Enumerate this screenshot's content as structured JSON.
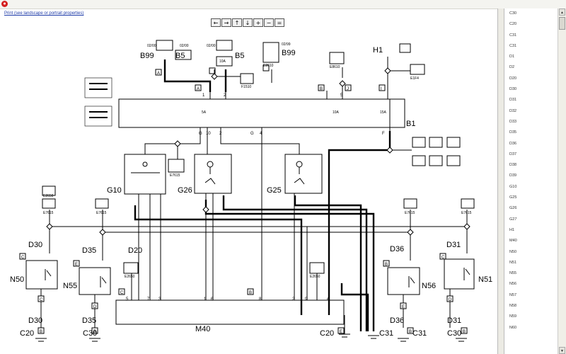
{
  "window": {
    "icon": "app-icon"
  },
  "print_link": "Print (see landscape or portrait properties)",
  "toolbar": [
    "←",
    "→",
    "↑",
    "↓",
    "+",
    "−",
    "="
  ],
  "sidebar": {
    "items": [
      "C30",
      "C20",
      "C31",
      "C31",
      "D1",
      "D2",
      "D20",
      "D30",
      "D31",
      "D32",
      "D33",
      "D35",
      "D36",
      "D37",
      "D38",
      "D39",
      "G10",
      "G25",
      "G26",
      "G27",
      "H1",
      "M40",
      "N50",
      "N51",
      "N55",
      "N56",
      "N57",
      "N58",
      "N59",
      "N60"
    ]
  },
  "labels": {
    "B99a": "B99",
    "B5a": "B5",
    "B5b": "B5",
    "B99b": "B99",
    "H1": "H1",
    "B1": "B1",
    "G10": "G10",
    "G26": "G26",
    "G25": "G25",
    "D30a": "D30",
    "D35a": "D35",
    "D20": "D20",
    "D36a": "D36",
    "D31a": "D31",
    "N50": "N50",
    "N55": "N55",
    "N56": "N56",
    "N51": "N51",
    "D30b": "D30",
    "D35b": "D35",
    "D36b": "D36",
    "D31b": "D31",
    "C20a": "C20",
    "C30a": "C30",
    "M40": "M40",
    "C20b": "C20",
    "C31a": "C31",
    "C31b": "C31",
    "C30b": "C30"
  },
  "small": {
    "e1": "E7615",
    "e2": "E7615",
    "e3": "E7615",
    "e4": "E7615",
    "e5": "E2650",
    "e6": "E2650",
    "e7": "E2650",
    "e8": "E7615",
    "f1": "F1510",
    "f2": "E8610",
    "f3": "E1F4",
    "f4": "E2610",
    "u1": "02/00",
    "u2": "02/00",
    "u3": "02/00",
    "u4": "02/99",
    "fuse1": "5A",
    "fuse2": "10A",
    "fuse3": "15A",
    "fuse4": "10A"
  },
  "pins": {
    "A": "A",
    "B": "B",
    "C": "C",
    "D": "D",
    "E": "E",
    "F": "F",
    "G": "G",
    "H": "H",
    "I": "I",
    "J": "J",
    "n1": "1",
    "n2": "2",
    "n3": "3",
    "n4": "4",
    "n5": "5",
    "n6": "6",
    "n7": "7",
    "n8": "8",
    "n9": "9",
    "n10": "10"
  }
}
